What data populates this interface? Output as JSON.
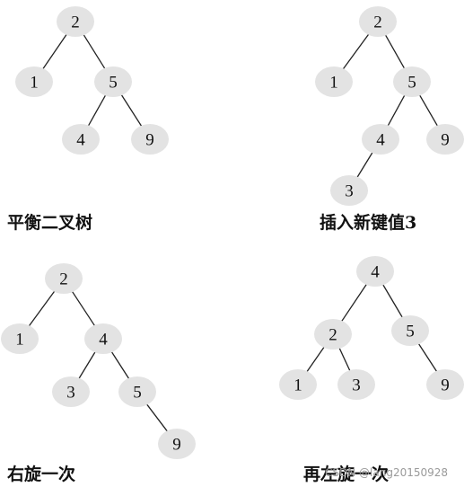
{
  "panels": [
    {
      "caption": "平衡二叉树",
      "nodes": [
        {
          "id": "2",
          "label": "2"
        },
        {
          "id": "1",
          "label": "1"
        },
        {
          "id": "5",
          "label": "5"
        },
        {
          "id": "4",
          "label": "4"
        },
        {
          "id": "9",
          "label": "9"
        }
      ],
      "edges": [
        [
          "2",
          "1"
        ],
        [
          "2",
          "5"
        ],
        [
          "5",
          "4"
        ],
        [
          "5",
          "9"
        ]
      ]
    },
    {
      "caption": "插入新键值3",
      "nodes": [
        {
          "id": "2",
          "label": "2"
        },
        {
          "id": "1",
          "label": "1"
        },
        {
          "id": "5",
          "label": "5"
        },
        {
          "id": "4",
          "label": "4"
        },
        {
          "id": "9",
          "label": "9"
        },
        {
          "id": "3",
          "label": "3"
        }
      ],
      "edges": [
        [
          "2",
          "1"
        ],
        [
          "2",
          "5"
        ],
        [
          "5",
          "4"
        ],
        [
          "5",
          "9"
        ],
        [
          "4",
          "3"
        ]
      ]
    },
    {
      "caption": "右旋一次",
      "nodes": [
        {
          "id": "2",
          "label": "2"
        },
        {
          "id": "1",
          "label": "1"
        },
        {
          "id": "4",
          "label": "4"
        },
        {
          "id": "3",
          "label": "3"
        },
        {
          "id": "5",
          "label": "5"
        },
        {
          "id": "9",
          "label": "9"
        }
      ],
      "edges": [
        [
          "2",
          "1"
        ],
        [
          "2",
          "4"
        ],
        [
          "4",
          "3"
        ],
        [
          "4",
          "5"
        ],
        [
          "5",
          "9"
        ]
      ]
    },
    {
      "caption": "再左旋一次",
      "nodes": [
        {
          "id": "4",
          "label": "4"
        },
        {
          "id": "2",
          "label": "2"
        },
        {
          "id": "5",
          "label": "5"
        },
        {
          "id": "1",
          "label": "1"
        },
        {
          "id": "3",
          "label": "3"
        },
        {
          "id": "9",
          "label": "9"
        }
      ],
      "edges": [
        [
          "4",
          "2"
        ],
        [
          "4",
          "5"
        ],
        [
          "2",
          "1"
        ],
        [
          "2",
          "3"
        ],
        [
          "5",
          "9"
        ]
      ]
    }
  ],
  "watermark": "CSDN @lang20150928"
}
